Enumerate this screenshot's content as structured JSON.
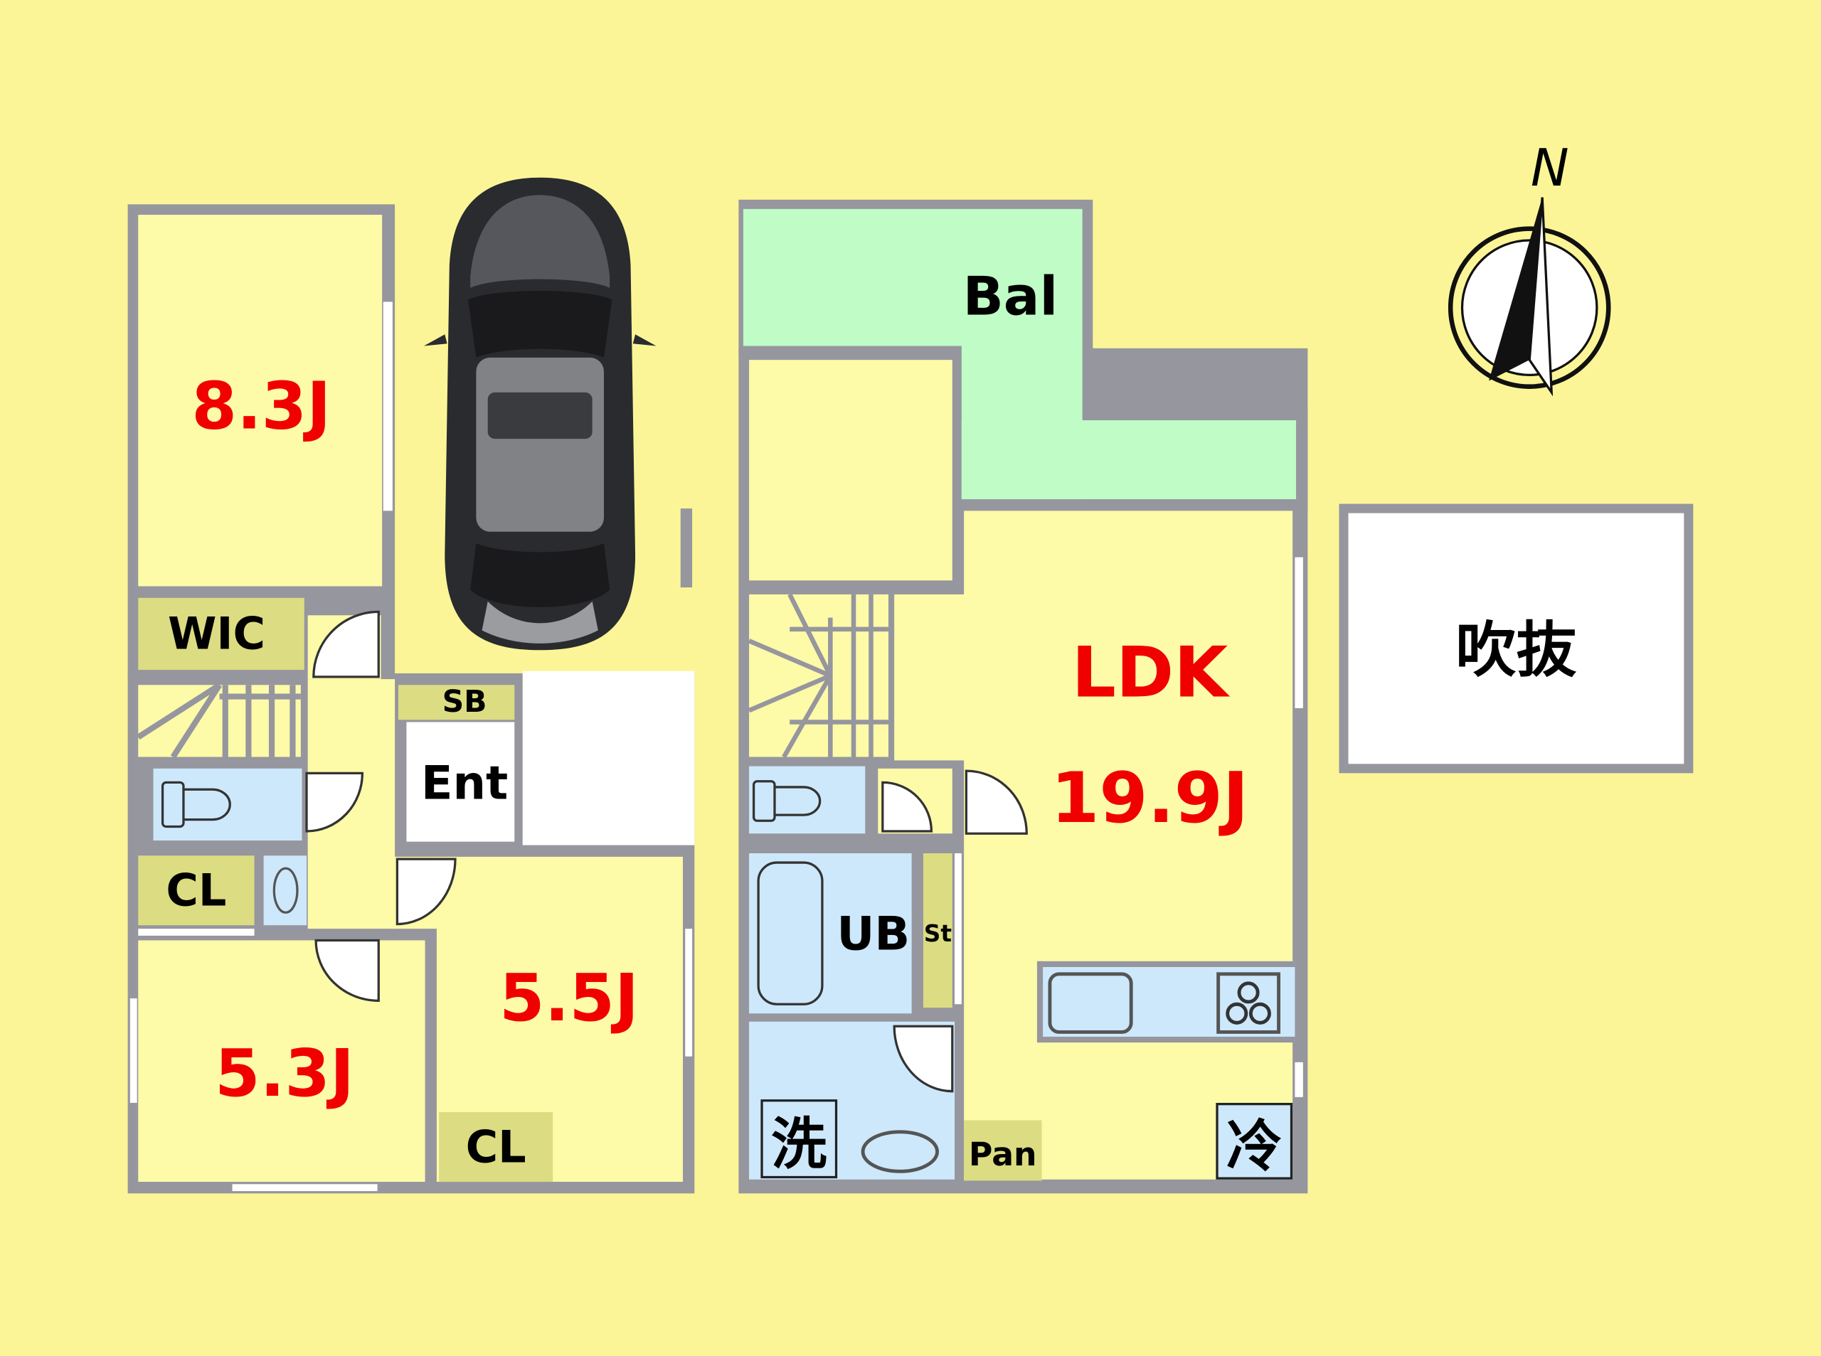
{
  "left_plan": {
    "room_8_3": "8.3J",
    "wic": "WIC",
    "sb": "SB",
    "ent": "Ent",
    "cl_1": "CL",
    "room_5_3": "5.3J",
    "room_5_5": "5.5J",
    "cl_2": "CL"
  },
  "right_plan": {
    "bal": "Bal",
    "ldk": "LDK",
    "ldk_size": "19.9J",
    "ub": "UB",
    "st": "St",
    "wash": "洗",
    "pan": "Pan",
    "fridge": "冷"
  },
  "void": "吹抜",
  "compass": {
    "north": "N"
  },
  "colors": {
    "size_text": "#f00000",
    "room": "#fdfaa8",
    "closet": "#dcdc82",
    "wet": "#cde8fb",
    "balcony": "#bffcc6",
    "wall": "#96969e"
  }
}
